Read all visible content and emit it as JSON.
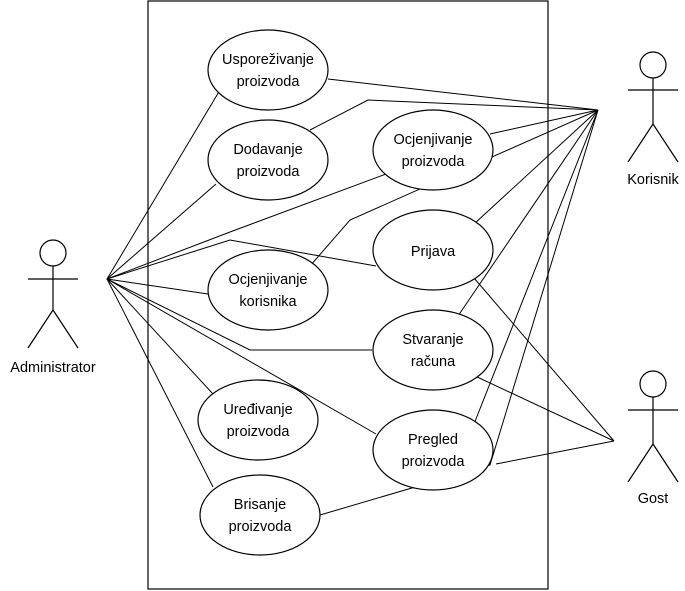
{
  "actors": {
    "administrator": {
      "label": "Administrator"
    },
    "korisnik": {
      "label": "Korisnik"
    },
    "gost": {
      "label": "Gost"
    }
  },
  "use_cases": {
    "usporedivanje": {
      "line1": "Usporeživanje",
      "line2": "proizvoda"
    },
    "dodavanje": {
      "line1": "Dodavanje",
      "line2": "proizvoda"
    },
    "ocjenjivanje_proizvoda": {
      "line1": "Ocjenjivanje",
      "line2": "proizvoda"
    },
    "prijava": {
      "line1": "Prijava"
    },
    "ocjenjivanje_korisnika": {
      "line1": "Ocjenjivanje",
      "line2": "korisnika"
    },
    "stvaranje_racuna": {
      "line1": "Stvaranje",
      "line2": "računa"
    },
    "uredivanje": {
      "line1": "Uređivanje",
      "line2": "proizvoda"
    },
    "pregled": {
      "line1": "Pregled",
      "line2": "proizvoda"
    },
    "brisanje": {
      "line1": "Brisanje",
      "line2": "proizvoda"
    }
  }
}
